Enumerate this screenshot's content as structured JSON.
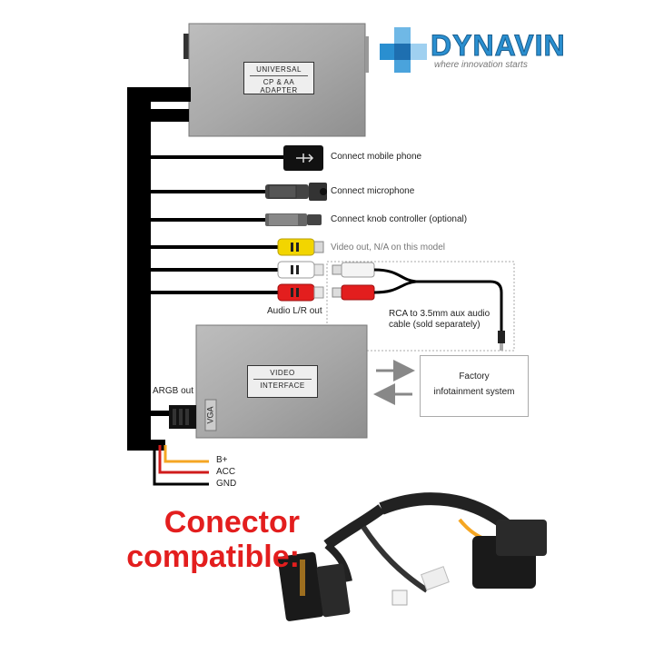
{
  "logo": {
    "word": "DYNAVIN",
    "slogan": "where innovation starts"
  },
  "adapter_box": {
    "line1": "UNIVERSAL",
    "line2": "CP & AA ADAPTER"
  },
  "video_interface_box": {
    "line1": "VIDEO",
    "line2": "INTERFACE"
  },
  "factory_system": {
    "line1": "Factory",
    "line2": "infotainment system"
  },
  "connections": {
    "usb": "Connect mobile phone",
    "mic": "Connect microphone",
    "knob": "Connect knob controller (optional)",
    "video": "Video out, N/A on this model",
    "audio": "Audio L/R out",
    "rca_cable_line1": "RCA to 3.5mm aux audio",
    "rca_cable_line2": "cable (sold separately)",
    "argb": "ARGB out",
    "vga": "VGA"
  },
  "power": {
    "b_plus": "B+",
    "acc": "ACC",
    "gnd": "GND"
  },
  "colors": {
    "wire_black": "#000000",
    "rca_yellow": "#f2d500",
    "rca_red": "#e31e1e",
    "rca_white": "#ffffff",
    "wire_orange": "#f5a623",
    "wire_red": "#d01c1c",
    "logo_blue": "#2a8fd0",
    "title_red": "#e31e1e"
  },
  "bottom_title": {
    "line1": "Conector",
    "line2": "compatible:"
  }
}
